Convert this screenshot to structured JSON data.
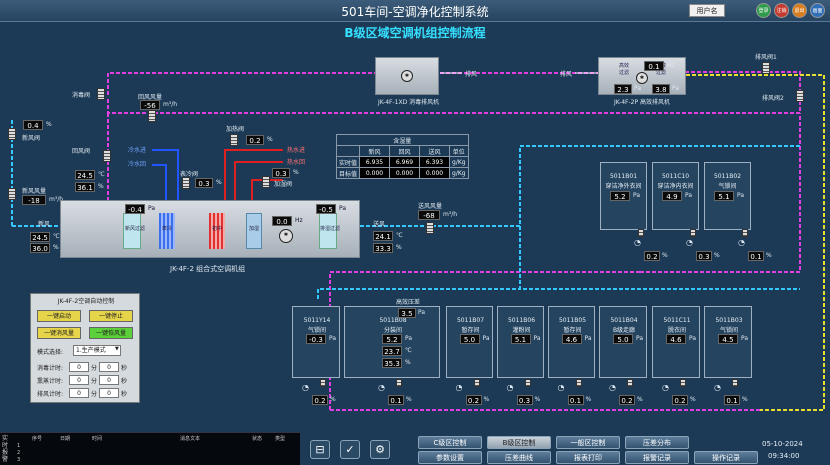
{
  "app": {
    "title": "501车间-空调净化控制系统",
    "screen_title": "B级区域空调机组控制流程",
    "user_label": "用户名",
    "top_buttons": [
      "登录",
      "注销",
      "退出",
      "画面"
    ]
  },
  "ahu": {
    "name": "JK-4F-2 组合式空调机组",
    "sections": [
      "新风过滤",
      "表冷",
      "初中",
      "加湿",
      "风机",
      "排湿过滤"
    ],
    "p1": "-0.4",
    "p2": "-0.5",
    "p_unit": "Pa",
    "freq": "0.0",
    "freq_unit": "Hz"
  },
  "exhaust1": {
    "name": "JK-4F-1XD 消毒排风机",
    "label": "排风"
  },
  "exhaust2": {
    "name": "JK-4F-2P 高效排风机",
    "label": "排风",
    "freq": "0.1",
    "freq_unit": "Hz",
    "p1": "2.3",
    "p2": "3.8",
    "p_unit": "Pa",
    "filters": [
      "高效",
      "过滤",
      "高效",
      "过滤"
    ]
  },
  "valves": {
    "disinfect": "消毒阀",
    "return": "回风阀",
    "fresh": "新风阀",
    "return_air": "回风风量",
    "return_air_val": "-56",
    "flow_unit": "m³/h",
    "fresh_air_val": "-18",
    "fresh_air_label": "新风风量",
    "fresh_pct": "0.4",
    "pct": "%",
    "exhaust_valve1": "排风阀1",
    "exhaust_valve2": "排风阀2"
  },
  "cooling": {
    "in_temp": "24.5",
    "in_temp_unit": "℃",
    "in_hum": "36.1",
    "in_hum_unit": "%",
    "valve_label": "表冷阀",
    "valve_val": "0.3",
    "in_label": "冷水进",
    "out_label": "冷水回",
    "in2": "冷水进",
    "out2": "冷水回"
  },
  "heating": {
    "valve_label": "加热阀",
    "valve_val": "0.2",
    "steam_in": "热水进",
    "steam_out": "热水回",
    "humid_label": "加湿阀",
    "humid_val": "0.3"
  },
  "fresh_in": {
    "label": "新风",
    "temp": "24.5",
    "hum": "36.0",
    "temp_unit": "℃",
    "hum_unit": "%"
  },
  "supply": {
    "label": "送风",
    "temp": "24.1",
    "hum": "33.3",
    "temp_unit": "℃",
    "hum_unit": "%",
    "flow_label": "送风风量",
    "flow": "-68",
    "flow_unit": "m³/h"
  },
  "humid_table": {
    "title": "含湿量",
    "headers": [
      "",
      "新风",
      "回风",
      "送风",
      "单位"
    ],
    "rows": [
      [
        "实时值",
        "6.935",
        "6.969",
        "6.393",
        "g/Kg"
      ],
      [
        "目标值",
        "0.000",
        "0.000",
        "0.000",
        "g/Kg"
      ]
    ]
  },
  "upper_rooms": [
    {
      "id": "5011B01",
      "name": "穿洁净外衣间",
      "p": "5.2",
      "v": "0.2"
    },
    {
      "id": "5011C10",
      "name": "穿洁净内衣间",
      "p": "4.9",
      "v": "0.3"
    },
    {
      "id": "5011B02",
      "name": "气锁间",
      "p": "5.1",
      "v": "0.1"
    }
  ],
  "lower_rooms": [
    {
      "id": "5011Y14",
      "name": "气锁间",
      "p": "-0.3",
      "v": "0.2"
    },
    {
      "id": "5011B08",
      "name": "分装间",
      "p": "5.2",
      "t": "23.7",
      "h": "35.3",
      "v": "0.1",
      "extra_label": "高效压差",
      "extra": "3.5"
    },
    {
      "id": "5011B07",
      "name": "暂存间",
      "p": "5.0",
      "v": "0.2"
    },
    {
      "id": "5011B06",
      "name": "灌粉间",
      "p": "5.1",
      "v": "0.3"
    },
    {
      "id": "5011B05",
      "name": "暂存间",
      "p": "4.6",
      "v": "0.1"
    },
    {
      "id": "5011B04",
      "name": "B级走廊",
      "p": "5.0",
      "v": "0.2"
    },
    {
      "id": "5011C11",
      "name": "脱衣间",
      "p": "4.6",
      "v": "0.2"
    },
    {
      "id": "5011B03",
      "name": "气锁间",
      "p": "4.5",
      "v": "0.1"
    }
  ],
  "units": {
    "pa": "Pa",
    "pct": "%",
    "c": "℃"
  },
  "control": {
    "title": "JK-4F-2空调自动控制",
    "btn_start": "一键启动",
    "btn_stop": "一键停止",
    "btn_disinfect": "一键消风量",
    "btn_restore": "一键恢风量",
    "mode_label": "模式选择:",
    "mode_value": "1.生产模式",
    "timers": [
      {
        "label": "消毒计时:",
        "a": "0",
        "b": "0"
      },
      {
        "label": "熏蒸计时:",
        "a": "0",
        "b": "0"
      },
      {
        "label": "排风计时:",
        "a": "0",
        "b": "0"
      }
    ],
    "min": "分",
    "sec": "秒"
  },
  "alarm": {
    "side": "实时报警",
    "headers": [
      "序号",
      "日期",
      "时间",
      "消息文本",
      "状态",
      "类型"
    ],
    "rows": [
      "1",
      "2",
      "3"
    ]
  },
  "nav": {
    "row1": [
      "C级区控制",
      "B级区控制",
      "一般区控制",
      "压差分布"
    ],
    "row2": [
      "参数设置",
      "压差曲线",
      "报表打印",
      "报警记录",
      "操作记录"
    ],
    "active": "B级区控制"
  },
  "clock": {
    "date": "05-10-2024",
    "time": "09:34:00"
  }
}
